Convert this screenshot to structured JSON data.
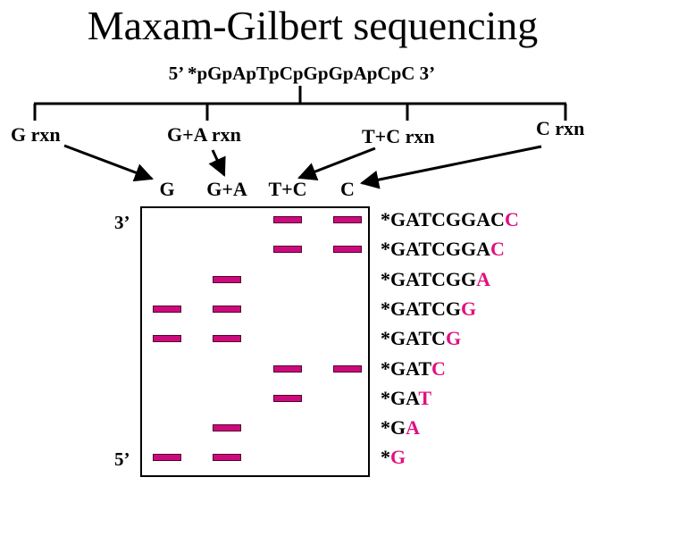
{
  "title": "Maxam-Gilbert sequencing",
  "sequence": "5’ *pGpApTpCpGpGpApCpC 3’",
  "reactions": [
    "G rxn",
    "G+A rxn",
    "T+C rxn",
    "C rxn"
  ],
  "lanes": [
    "G",
    "G+A",
    "T+C",
    "C"
  ],
  "gel": {
    "top_end": "3’",
    "bottom_end": "5’"
  },
  "fragments": [
    {
      "prefix": "*GATCGGAC",
      "last": "C",
      "lanes": [
        "T+C",
        "C"
      ]
    },
    {
      "prefix": "*GATCGGA",
      "last": "C",
      "lanes": [
        "T+C",
        "C"
      ]
    },
    {
      "prefix": "*GATCGG",
      "last": "A",
      "lanes": [
        "G+A"
      ]
    },
    {
      "prefix": "*GATCG",
      "last": "G",
      "lanes": [
        "G",
        "G+A"
      ]
    },
    {
      "prefix": "*GATC",
      "last": "G",
      "lanes": [
        "G",
        "G+A"
      ]
    },
    {
      "prefix": "*GAT",
      "last": "C",
      "lanes": [
        "T+C",
        "C"
      ]
    },
    {
      "prefix": "*GA",
      "last": "T",
      "lanes": [
        "T+C"
      ]
    },
    {
      "prefix": "*G",
      "last": "A",
      "lanes": [
        "G+A"
      ]
    },
    {
      "prefix": "*",
      "last": "G",
      "lanes": [
        "G",
        "G+A"
      ]
    }
  ],
  "colors": {
    "band": "#cc0a7c",
    "highlight": "#e0107f"
  }
}
